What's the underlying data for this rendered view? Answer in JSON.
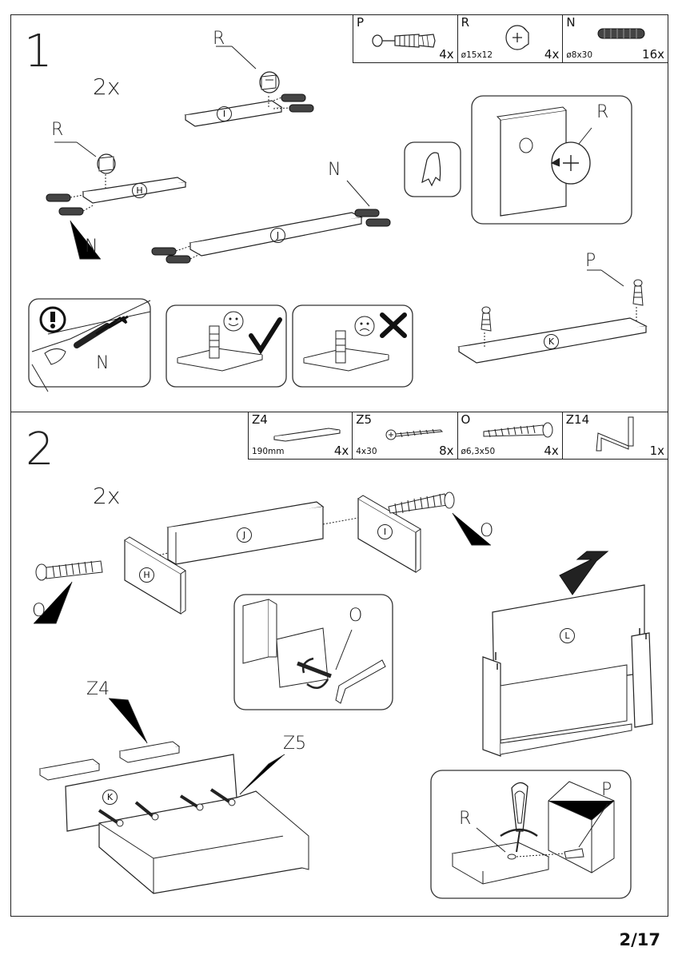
{
  "steps": [
    {
      "number": "1",
      "multiplier": "2x",
      "parts": [
        {
          "letter": "P",
          "dim": "",
          "qty": "4x",
          "icon": "cam-bolt-icon"
        },
        {
          "letter": "R",
          "dim": "ø15x12",
          "qty": "4x",
          "icon": "cam-lock-icon"
        },
        {
          "letter": "N",
          "dim": "ø8x30",
          "qty": "16x",
          "icon": "wood-dowel-icon"
        }
      ],
      "panel_labels": {
        "I": "I",
        "H": "H",
        "J": "J",
        "K": "K"
      },
      "callouts": {
        "r_top": "R",
        "r_left": "R",
        "n_right": "N",
        "n_bottom": "N",
        "r_detail": "R",
        "p_right": "P",
        "n_warning": "N"
      }
    },
    {
      "number": "2",
      "multiplier": "2x",
      "parts": [
        {
          "letter": "Z4",
          "dim": "190mm",
          "qty": "4x",
          "icon": "wood-strip-icon"
        },
        {
          "letter": "Z5",
          "dim": "4x30",
          "qty": "8x",
          "icon": "wood-screw-icon"
        },
        {
          "letter": "O",
          "dim": "ø6,3x50",
          "qty": "4x",
          "icon": "confirmat-screw-icon"
        },
        {
          "letter": "Z14",
          "dim": "",
          "qty": "1x",
          "icon": "allen-key-icon"
        }
      ],
      "panel_labels": {
        "J": "J",
        "I": "I",
        "H": "H",
        "L": "L",
        "K": "K"
      },
      "callouts": {
        "o_right": "O",
        "o_left": "O",
        "o_detail": "O",
        "z4": "Z4",
        "z5": "Z5",
        "r_detail": "R",
        "p_detail": "P"
      }
    }
  ],
  "page_number": "2/17"
}
